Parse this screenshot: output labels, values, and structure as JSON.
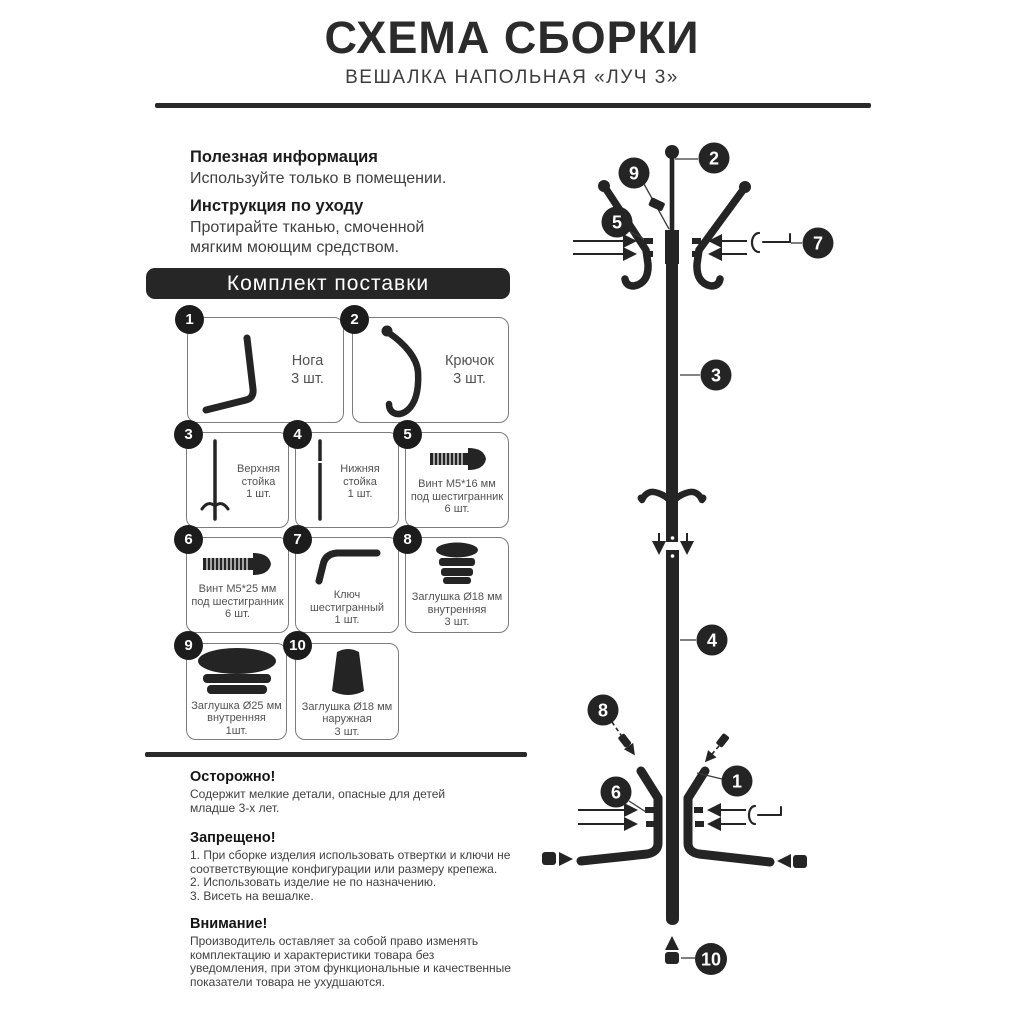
{
  "page": {
    "title": "СХЕМА СБОРКИ",
    "subtitle": "ВЕШАЛКА НАПОЛЬНАЯ «ЛУЧ 3»"
  },
  "info": {
    "useful_heading": "Полезная информация",
    "useful_text": "Используйте только в помещении.",
    "care_heading": "Инструкция по уходу",
    "care_line1": "Протирайте тканью, смоченной",
    "care_line2": "мягким моющим средством."
  },
  "kit": {
    "heading": "Комплект поставки",
    "items": [
      {
        "num": "1",
        "l1": "Нога",
        "l2": "",
        "qty": "3 шт."
      },
      {
        "num": "2",
        "l1": "Крючок",
        "l2": "",
        "qty": "3 шт."
      },
      {
        "num": "3",
        "l1": "Верхняя",
        "l2": "стойка",
        "qty": "1 шт."
      },
      {
        "num": "4",
        "l1": "Нижняя",
        "l2": "стойка",
        "qty": "1 шт."
      },
      {
        "num": "5",
        "l1": "Винт М5*16 мм",
        "l2": "под шестигранник",
        "qty": "6 шт."
      },
      {
        "num": "6",
        "l1": "Винт М5*25 мм",
        "l2": "под шестигранник",
        "qty": "6 шт."
      },
      {
        "num": "7",
        "l1": "Ключ",
        "l2": "шестигранный",
        "qty": "1 шт."
      },
      {
        "num": "8",
        "l1": "Заглушка Ø18 мм",
        "l2": "внутренняя",
        "qty": "3 шт."
      },
      {
        "num": "9",
        "l1": "Заглушка Ø25 мм",
        "l2": "внутренняя",
        "qty": "1шт."
      },
      {
        "num": "10",
        "l1": "Заглушка Ø18 мм",
        "l2": "наружная",
        "qty": "3 шт."
      }
    ]
  },
  "warnings": {
    "caution_heading": "Осторожно!",
    "caution_l1": "Содержит мелкие детали, опасные для детей",
    "caution_l2": "младше 3-х лет.",
    "forbidden_heading": "Запрещено!",
    "forbidden_l1": "1. При сборке изделия использовать отвертки и ключи не",
    "forbidden_l2": "соответствующие конфигурации или размеру крепежа.",
    "forbidden_l3": "2. Использовать изделие не по назначению.",
    "forbidden_l4": "3. Висеть на вешалке.",
    "attention_heading": "Внимание!",
    "attention_l1": "Производитель оставляет за собой право изменять",
    "attention_l2": "комплектацию и характеристики товара без",
    "attention_l3": "уведомления, при этом функциональные и качественные",
    "attention_l4": "показатели товара не ухудшаются."
  },
  "diagram": {
    "callouts": [
      "1",
      "2",
      "3",
      "4",
      "5",
      "6",
      "7",
      "8",
      "9",
      "10"
    ]
  },
  "colors": {
    "ink": "#242424",
    "banner_bg": "#262626",
    "box_border": "#7c7c7c",
    "label_text": "#525252"
  }
}
